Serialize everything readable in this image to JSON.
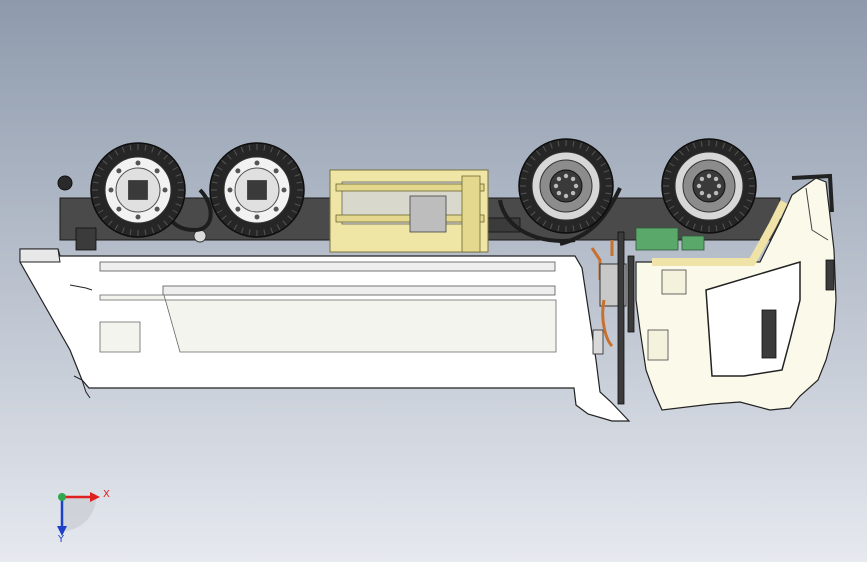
{
  "viewport": {
    "background_top": "#8e9aac",
    "background_bottom": "#e6e9ef"
  },
  "model": {
    "colors": {
      "body_fill": "#ffffff",
      "outline": "#222222",
      "tire": "#262626",
      "rim": "#f2f2f2",
      "hub": "#3a3a3a",
      "frame": "#3b3b3b",
      "cab_fill": "#fbf9ea",
      "cab_trim": "#efe3a8",
      "yellow_part": "#efe6a6",
      "green_part": "#5aa86a",
      "orange_pipe": "#c8702e"
    },
    "wheel_count": 4
  },
  "triad": {
    "x_label": "X",
    "y_label": "Y",
    "x_color": "#e02020",
    "y_color": "#1e3fc8",
    "origin_color": "#2fa84f"
  }
}
